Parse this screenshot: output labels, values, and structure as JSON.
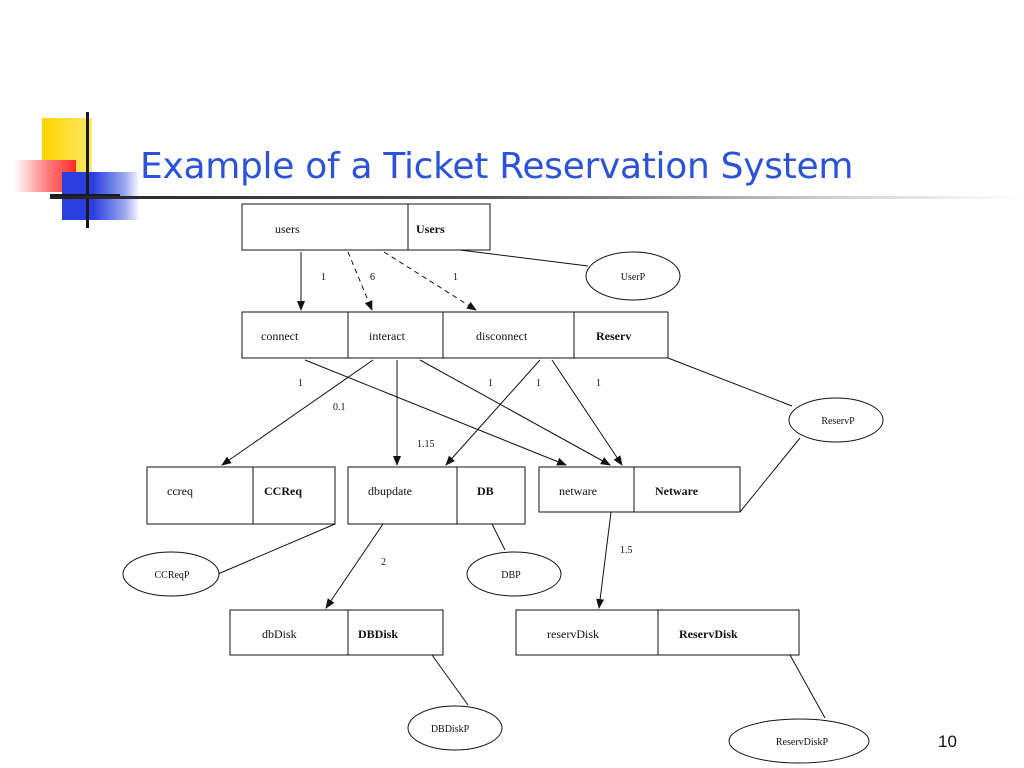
{
  "slide": {
    "title": "Example of a Ticket Reservation System",
    "page_number": "10",
    "colors": {
      "title": "#2b52d9",
      "logo_yellow": "#ffd400",
      "logo_red": "#ff2a2a",
      "logo_blue": "#2b3fe0"
    }
  },
  "diagram": {
    "tasks": {
      "users": {
        "entry": "users",
        "task": "Users"
      },
      "reserv": {
        "entries": [
          "connect",
          "interact",
          "disconnect"
        ],
        "task": "Reserv"
      },
      "ccreq": {
        "entry": "ccreq",
        "task": "CCReq"
      },
      "db": {
        "entry": "dbupdate",
        "task": "DB"
      },
      "netware": {
        "entry": "netware",
        "task": "Netware"
      },
      "dbdisk": {
        "entry": "dbDisk",
        "task": "DBDisk"
      },
      "reservdisk": {
        "entry": "reservDisk",
        "task": "ReservDisk"
      }
    },
    "processors": {
      "userp": "UserP",
      "reservp": "ReservP",
      "ccreqp": "CCReqP",
      "dbp": "DBP",
      "dbdiskp": "DBDiskP",
      "reservdiskp": "ReservDiskP"
    },
    "call_labels": {
      "users_connect": "1",
      "users_interact": "6",
      "users_disconnect": "1",
      "connect_netware": "1",
      "interact_ccreq": "0.1",
      "interact_dbupdate": "1.15",
      "interact_netware": "1",
      "disconnect_dbupdate": "1",
      "disconnect_netware": "1",
      "dbupdate_dbdisk": "2",
      "netware_reservdisk": "1.5"
    }
  }
}
